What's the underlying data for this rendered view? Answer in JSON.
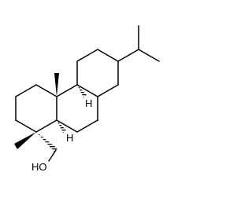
{
  "atom_labels": {
    "hydroxyl": "HO",
    "h_ring_b": "H",
    "h_ring_c": "H"
  },
  "colors": {
    "bond": "#000000",
    "background": "#ffffff"
  }
}
